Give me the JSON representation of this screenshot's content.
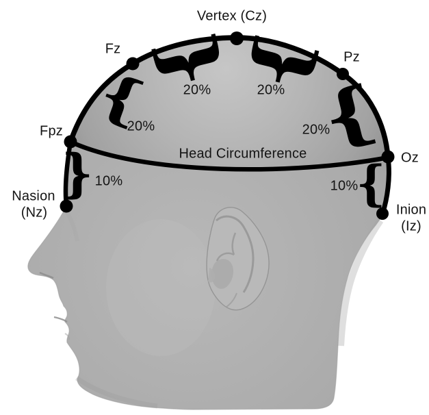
{
  "diagram": {
    "head_label": "Head Circumference",
    "points": {
      "cz": {
        "label": "Vertex (Cz)"
      },
      "fz": {
        "label": "Fz"
      },
      "pz": {
        "label": "Pz"
      },
      "fpz": {
        "label": "Fpz"
      },
      "oz": {
        "label": "Oz"
      },
      "nz": {
        "label_line1": "Nasion",
        "label_line2": "(Nz)"
      },
      "iz": {
        "label_line1": "Inion",
        "label_line2": "(Iz)"
      }
    },
    "segments": {
      "fpz_fz": {
        "pct": "20%"
      },
      "fz_cz": {
        "pct": "20%"
      },
      "cz_pz": {
        "pct": "20%"
      },
      "pz_oz": {
        "pct": "20%"
      },
      "nz_fpz": {
        "pct": "10%"
      },
      "oz_iz": {
        "pct": "10%"
      }
    },
    "glyphs": {
      "brace_open": "{",
      "brace_close": "}"
    },
    "colors": {
      "background": "#ffffff",
      "ink": "#000000",
      "text": "#141414",
      "head_base": "#b0b0b0",
      "cap_highlight": "#c6c6c6",
      "cap_edge": "#8f8f8f"
    }
  }
}
